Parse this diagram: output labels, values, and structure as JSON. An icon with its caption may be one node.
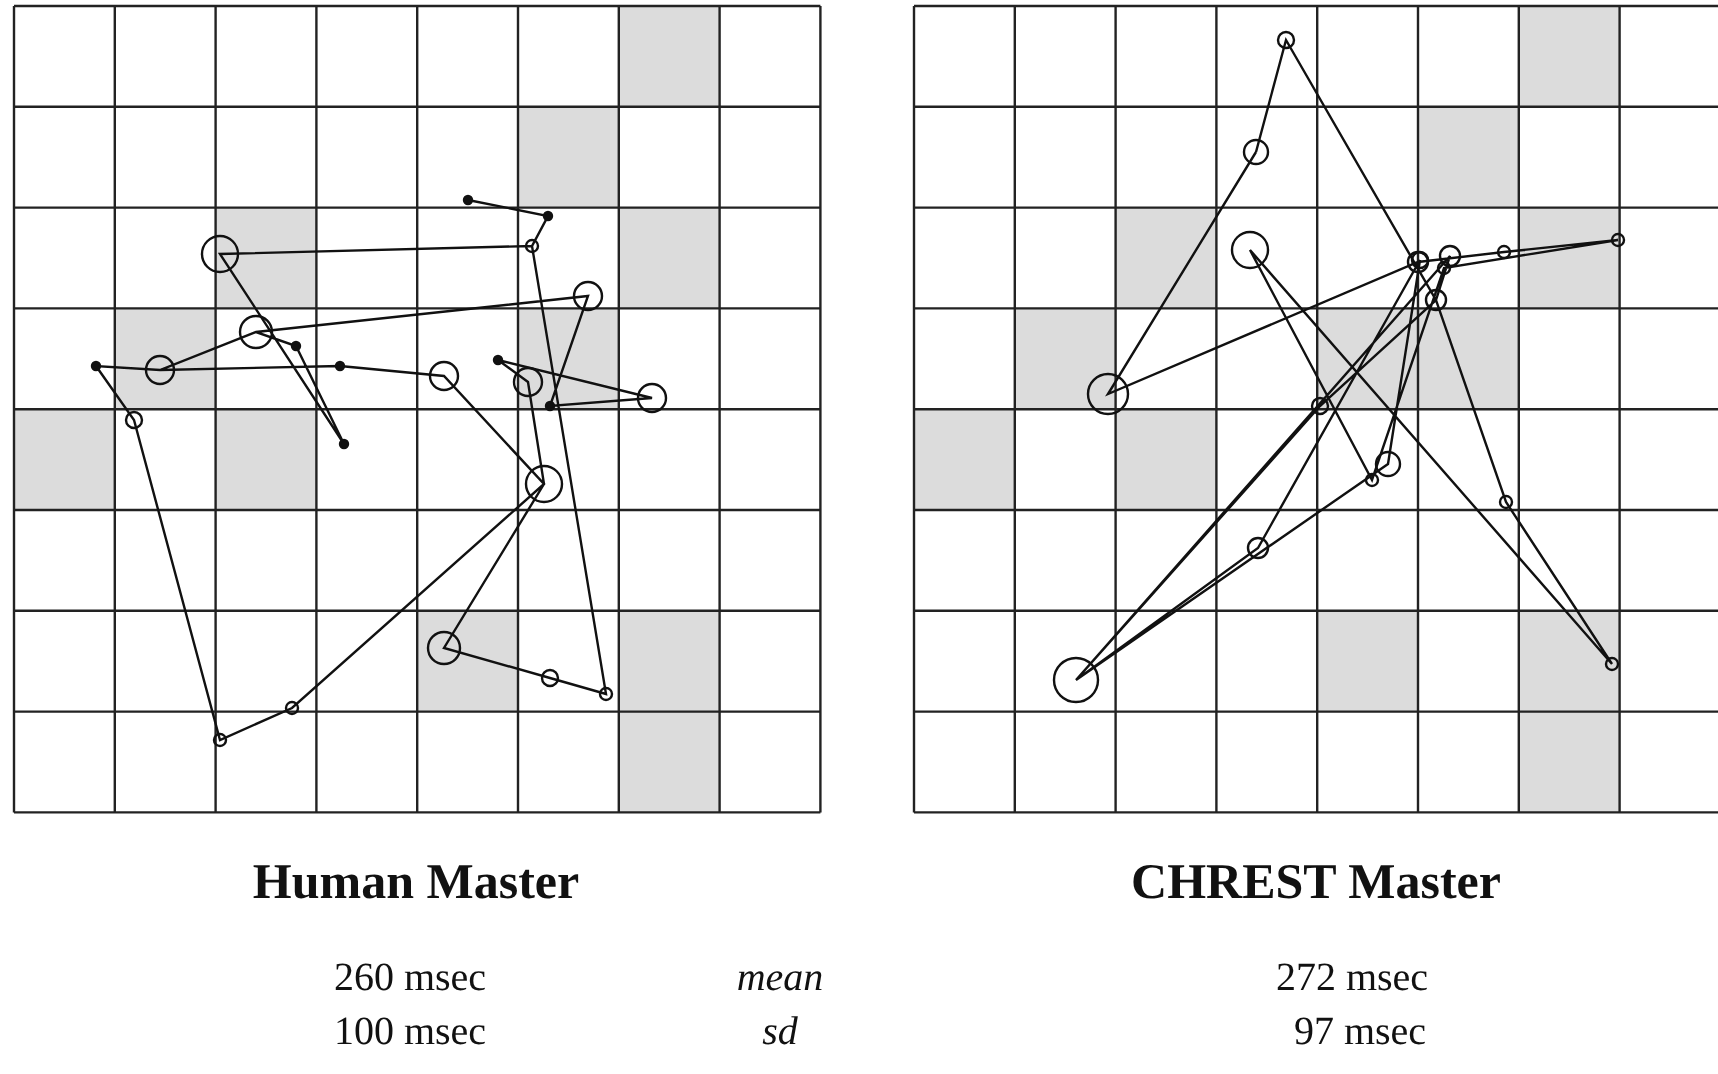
{
  "diagram": {
    "labels": [
      "Human Master",
      "CHREST Master",
      "260 msec",
      "mean",
      "272 msec",
      "100 msec",
      "sd",
      "97 msec"
    ]
  }
}
